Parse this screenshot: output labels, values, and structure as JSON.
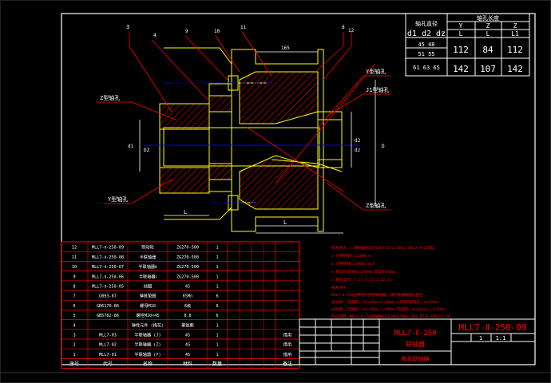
{
  "top_table": {
    "col1_header": "轴孔直径",
    "col1_sub": "d1 d2 dz",
    "col2_header": "轴孔长度",
    "col2_sub": [
      "Y",
      "Z",
      "Z"
    ],
    "col2_sub2": [
      "L",
      "L",
      "L1"
    ],
    "rows": [
      {
        "diam": "45 48",
        "diam2": "51 55",
        "v1": "112",
        "v2": "84",
        "v3": "112"
      },
      {
        "diam": "61 63 65",
        "diam2": "",
        "v1": "142",
        "v2": "107",
        "v3": "142"
      }
    ]
  },
  "callouts": [
    "3",
    "4",
    "9",
    "10",
    "11",
    "8",
    "12",
    "165",
    "L",
    "L",
    "D",
    "D2",
    "d1",
    "d2",
    "dz",
    "Z型轴孔",
    "Y型轴孔",
    "J1型轴孔",
    "Y型轴孔",
    "Z型轴孔"
  ],
  "bom": [
    {
      "no": "12",
      "code": "MLL7-Ⅱ-250-09",
      "name": "制动轮",
      "material": "ZG270-500",
      "qty": "1",
      "note": ""
    },
    {
      "no": "11",
      "code": "MLL7-Ⅱ-250-08",
      "name": "半联轴器",
      "material": "ZG270-500",
      "qty": "1",
      "note": ""
    },
    {
      "no": "10",
      "code": "MLL7-Ⅱ-250-07",
      "name": "半联轴器Ⅱ",
      "material": "ZG270-500",
      "qty": "1",
      "note": ""
    },
    {
      "no": "9",
      "code": "MLL7-Ⅱ-250-06",
      "name": "半联轴器Ⅰ",
      "material": "ZG270-500",
      "qty": "1",
      "note": ""
    },
    {
      "no": "8",
      "code": "MLL7-Ⅱ-250-05",
      "name": "挡圈",
      "material": "45",
      "qty": "1",
      "note": ""
    },
    {
      "no": "7",
      "code": "GB93-87",
      "name": "弹簧垫圈",
      "material": "65Mn",
      "qty": "6",
      "note": ""
    },
    {
      "no": "6",
      "code": "GB6170-86",
      "name": "螺母M10",
      "material": "6级",
      "qty": "6",
      "note": ""
    },
    {
      "no": "5",
      "code": "GB5782-86",
      "name": "螺栓M10×45",
      "material": "8.8",
      "qty": "6",
      "note": ""
    },
    {
      "no": "4",
      "code": "",
      "name": "弹性元件 (梅花)",
      "material": "聚氨酯",
      "qty": "1",
      "note": ""
    },
    {
      "no": "3",
      "code": "MLL7-03",
      "name": "半联轴器 (J)",
      "material": "45",
      "qty": "1",
      "note": "借用"
    },
    {
      "no": "2",
      "code": "MLL7-02",
      "name": "半联轴器 (Z)",
      "material": "45",
      "qty": "1",
      "note": "借用"
    },
    {
      "no": "1",
      "code": "MLL7-01",
      "name": "半联轴器 (Y)",
      "material": "45",
      "qty": "1",
      "note": "借用"
    }
  ],
  "bom_header": {
    "no": "序号",
    "code": "代号",
    "name": "名称",
    "material": "材料",
    "qty": "数量",
    "note": "备注"
  },
  "notes": [
    "技术要求：1.联轴器标准为GB/T5272-2002，MLL7-Ⅱ-250型。",
    "2.许用转矩T=1120N·m",
    "3.许用转速n=3900r/min",
    "4.制动轮直径D0=250mm,宽度B=95mm。",
    "5.轴孔型式：Y.J1.Z.Z1.J.Z2.J2",
    "技术条件",
    "MLL7-Ⅱ-250型梅花形弹性联轴器，其半联轴器轴孔直径",
    "主动端：Z型轴孔，d1=45mm,L=84mm,从动端Z型轴孔,dz=55mm",
    "从动端：Z型轴孔，d2=45mm,L=84mm,Y型轴孔,dz=61mm,L=142mm",
    "标记示例：MLL7-Ⅱ-250联轴器ZC45×84/YB61×142 MT7a  GB5272-85"
  ],
  "title_block": {
    "drawing_no": "MLL7-Ⅱ-250-00",
    "product_name": "MLL7-Ⅱ-250",
    "product_sub": "联轴器",
    "scale": "1:1",
    "qty": "1",
    "company": "梅花联轴器"
  },
  "colors": {
    "frame": "#ffffff",
    "part": "#ffff00",
    "callout": "#ff0000",
    "centerline": "#0000ff",
    "hatch": "#ff0000",
    "table": "#ff0000",
    "text": "#ffffff"
  }
}
